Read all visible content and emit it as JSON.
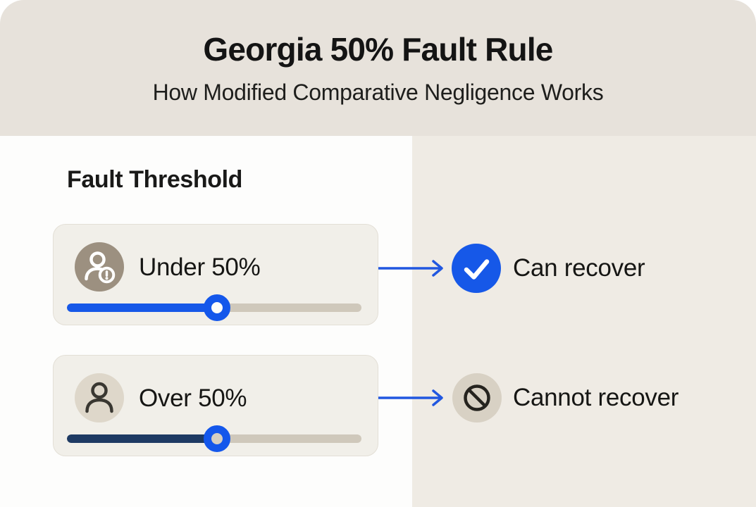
{
  "header": {
    "title": "Georgia 50% Fault Rule",
    "subtitle": "How Modified Comparative Negligence Works"
  },
  "left_panel": {
    "heading": "Fault Threshold"
  },
  "rows": [
    {
      "threshold_label": "Under 50%",
      "threshold_icon": "person-alert-icon",
      "slider_percent": 51,
      "slider_fill": "blue",
      "outcome_label": "Can recover",
      "outcome_icon": "checkmark-icon"
    },
    {
      "threshold_label": "Over 50%",
      "threshold_icon": "person-icon",
      "slider_percent": 51,
      "slider_fill": "navy",
      "outcome_label": "Cannot recover",
      "outcome_icon": "ban-icon"
    }
  ],
  "colors": {
    "accent_blue": "#1658e8",
    "navy": "#1e3a63",
    "header_bg": "#e7e2db",
    "left_panel_bg": "#fdfdfc",
    "right_panel_bg": "#efebe4",
    "card_bg": "#f1efe9",
    "card_border": "#e3dfd6",
    "taupe_icon_bg": "#9c9080",
    "beige_icon_bg": "#ded7ca",
    "ban_circle_bg": "#d8d1c4",
    "track_gray": "#cfc8bb",
    "text_dark": "#161614"
  }
}
